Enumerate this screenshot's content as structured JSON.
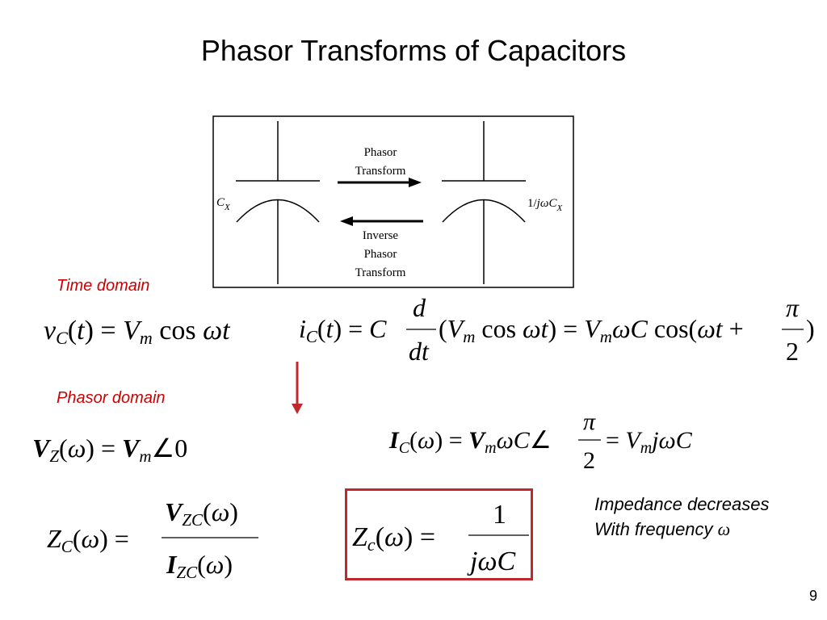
{
  "slide": {
    "title": "Phasor Transforms of Capacitors",
    "page_number": "9"
  },
  "diagram": {
    "forward_label_1": "Phasor",
    "forward_label_2": "Transform",
    "inverse_label_1": "Inverse",
    "inverse_label_2": "Phasor",
    "inverse_label_3": "Transform",
    "left_component": "C",
    "left_subscript": "X",
    "right_prefix": "1/",
    "right_j": "j",
    "right_omega": "ω",
    "right_c": "C",
    "right_subscript": "X"
  },
  "labels": {
    "time_domain": "Time domain",
    "phasor_domain": "Phasor domain"
  },
  "note": {
    "line1": "Impedance decreases",
    "line2": "With frequency ",
    "omega": "ω"
  },
  "colors": {
    "accent_red": "#cc0000",
    "arrow_red": "#c0282e",
    "box_border": "#c0282e"
  }
}
